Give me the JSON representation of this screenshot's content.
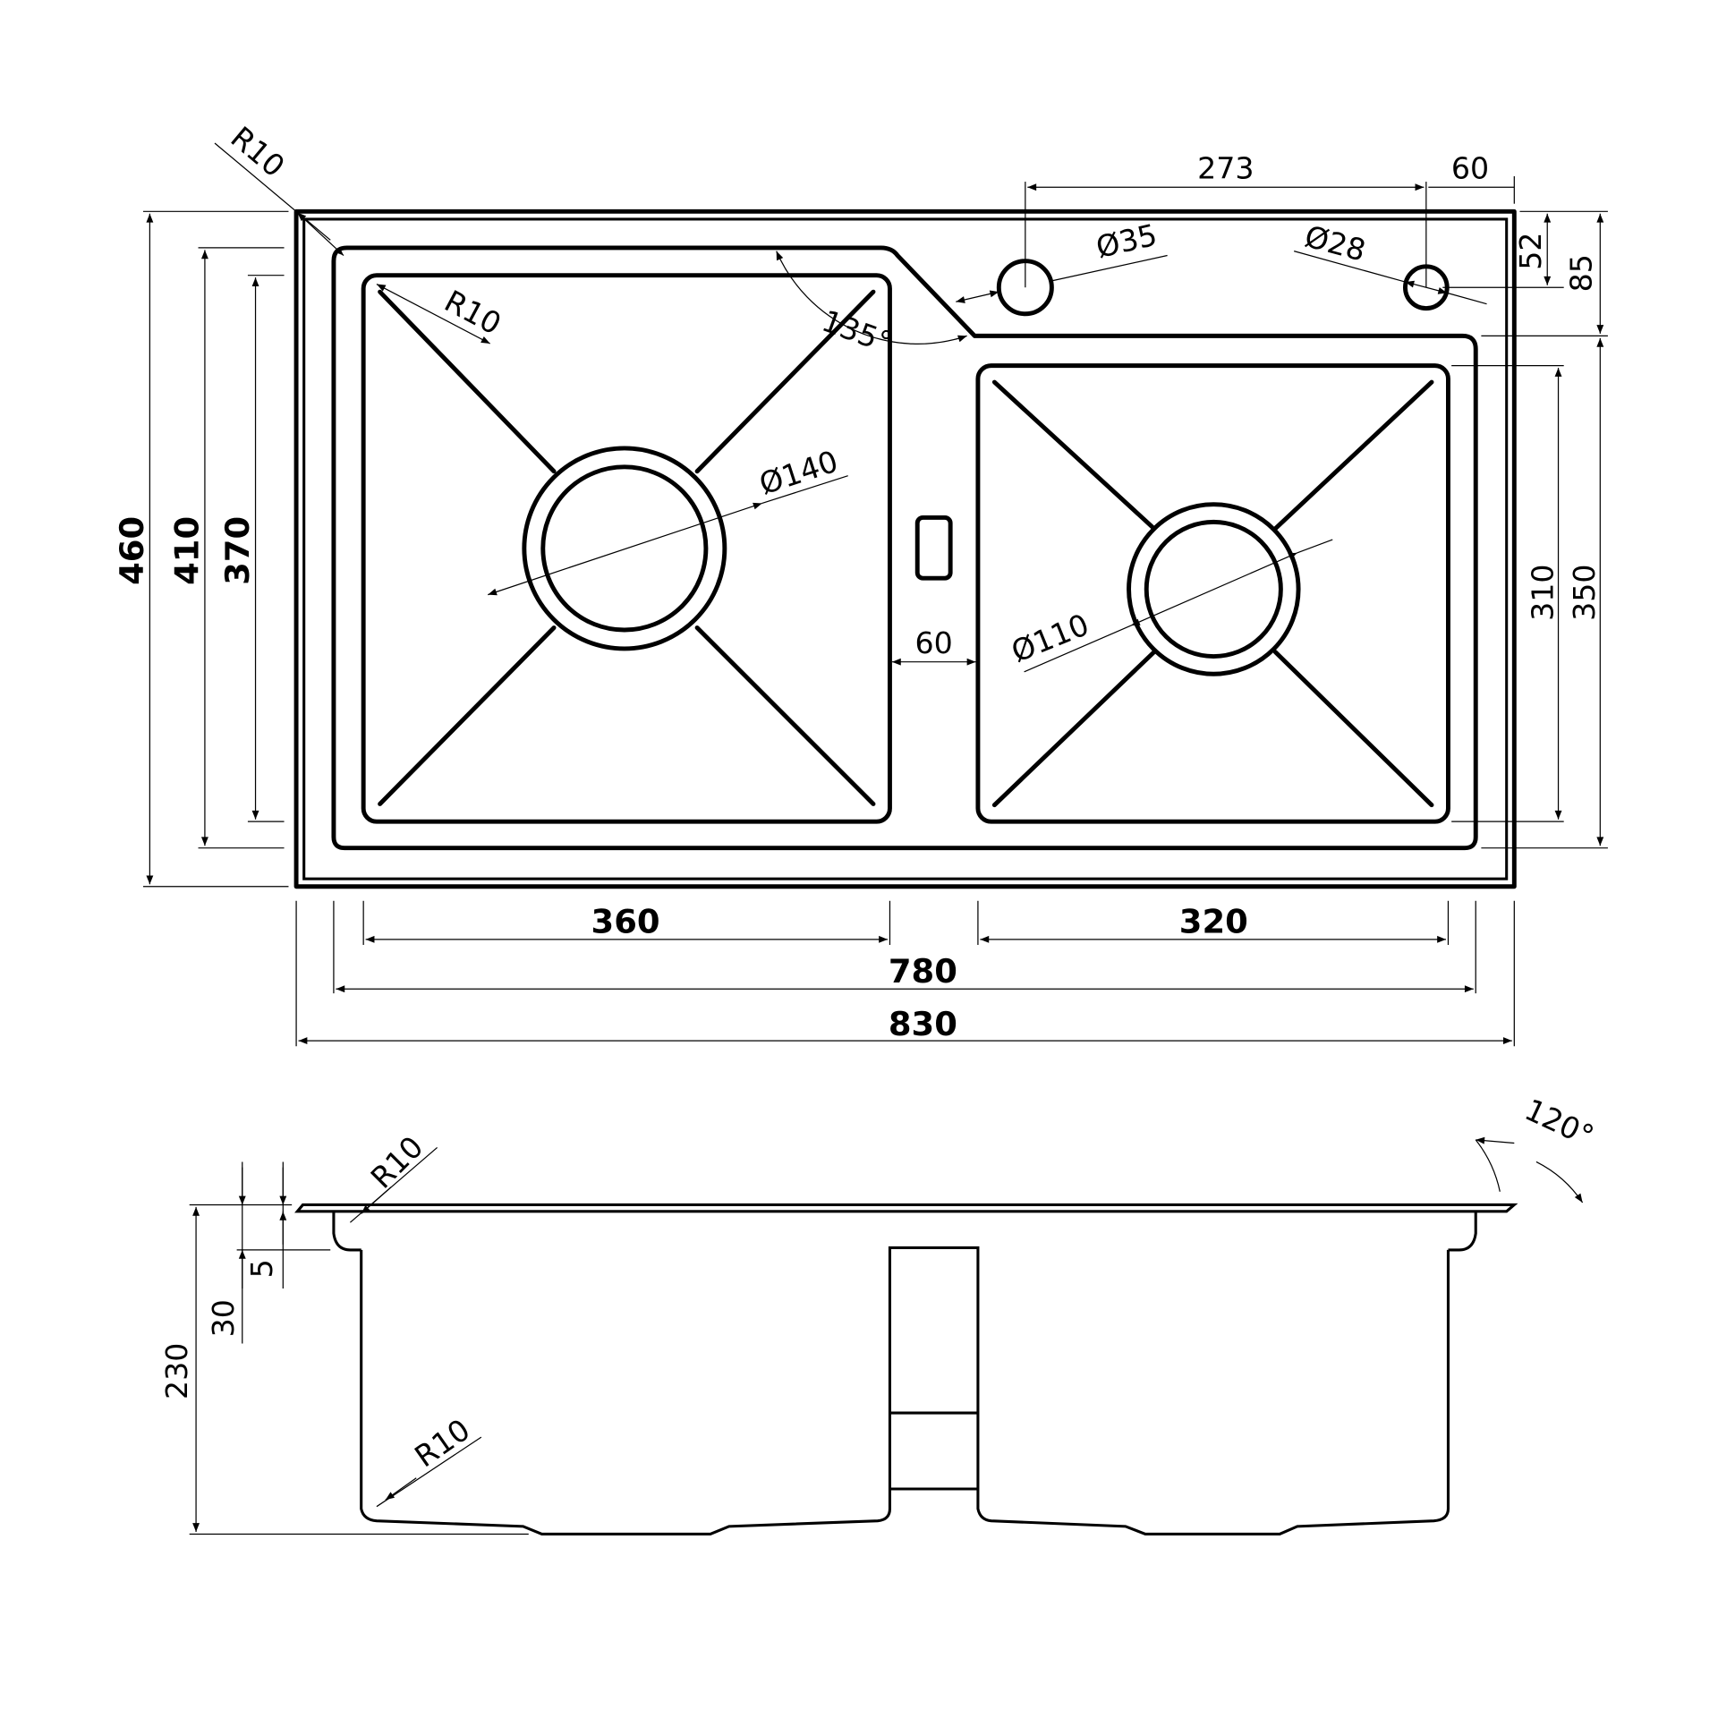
{
  "title": "Double bowl kitchen sink dimension drawing",
  "top_view": {
    "overall_width": "830",
    "inner_width": "780",
    "left_bowl_width": "360",
    "right_bowl_width": "320",
    "overall_depth": "460",
    "inner_depth": "410",
    "left_bowl_depth": "370",
    "right_bowl_depth": "310",
    "right_deck_depth": "350",
    "bowl_gap": "60",
    "tap_spacing": "273",
    "tap_edge_offset": "60",
    "tap_hole_from_edge": "52",
    "deck_step": "85",
    "tap_hole_diameter": "Ø35",
    "soap_hole_diameter": "Ø28",
    "left_drain_diameter": "Ø140",
    "right_drain_diameter": "Ø110",
    "corner_radius": "R10",
    "bowl_corner_radius": "R10",
    "deck_angle": "135°"
  },
  "side_view": {
    "depth": "230",
    "rim_height": "30",
    "lip_thickness": "5",
    "rim_radius": "R10",
    "bottom_radius": "R10",
    "edge_angle": "120°"
  }
}
